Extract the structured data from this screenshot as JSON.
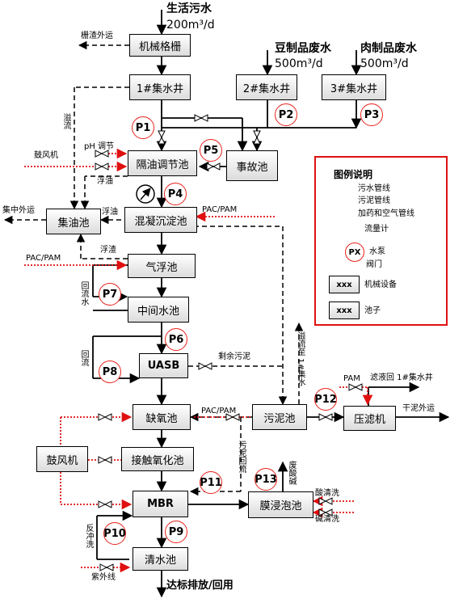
{
  "inputs": {
    "domestic": {
      "label": "生活污水",
      "flow": "200m³/d"
    },
    "soy": {
      "label": "豆制品废水",
      "flow": "500m³/d"
    },
    "meat": {
      "label": "肉制品废水",
      "flow": "500m³/d"
    }
  },
  "units": {
    "screen": "机械格栅",
    "well1": "1#集水井",
    "well2": "2#集水井",
    "well3": "3#集水井",
    "oil_sep": "隔油调节池",
    "accident": "事故池",
    "oil_collect": "集油池",
    "coag": "混凝沉淀池",
    "daf": "气浮池",
    "mid": "中间水池",
    "uasb": "UASB",
    "anoxic": "缺氧池",
    "contact": "接触氧化池",
    "blower2": "鼓风机",
    "mbr": "MBR",
    "membrane": "膜浸泡池",
    "clear": "清水池",
    "sludge": "污泥池",
    "press": "压滤机"
  },
  "pumps": [
    "P1",
    "P2",
    "P3",
    "P4",
    "P5",
    "P6",
    "P7",
    "P8",
    "P9",
    "P10",
    "P11",
    "P12",
    "P13"
  ],
  "labels": {
    "screenings": "栅渣外运",
    "overflow": "溢流",
    "ph": "pH 调节",
    "blower1": "鼓风机",
    "float_oil": "浮油",
    "float_oil2": "浮油",
    "export": "集中外运",
    "pac1": "PAC/PAM",
    "pac2": "PAC/PAM",
    "pac3": "PAC/PAM",
    "pam": "PAM",
    "scum": "浮渣",
    "reflux": "回流水",
    "reflux2": "回流",
    "excess": "剩余污泥",
    "sludge_return": "污泥回流",
    "overflow_to": "溢流至 1#集水",
    "filtrate": "滤液回 1#集水井",
    "dry_sludge": "干泥外运",
    "waste_acid": "废酸碱",
    "acid_wash": "酸清洗",
    "base_wash": "碱清洗",
    "backwash": "反冲洗",
    "uv": "紫外线",
    "discharge": "达标排放/回用"
  },
  "legend": {
    "title": "图例说明",
    "sewage": "污水管线",
    "sludge": "污泥管线",
    "dosing": "加药和空气管线",
    "flowmeter": "流量计",
    "pump_sym": "PX",
    "pump": "水泵",
    "valve": "阀门",
    "equip_sym": "xxx",
    "equip": "机械设备",
    "tank_sym": "xxx",
    "tank": "池子"
  }
}
